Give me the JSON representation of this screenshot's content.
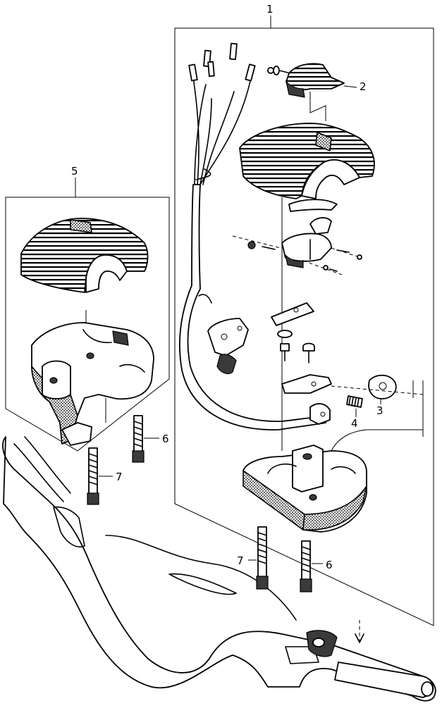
{
  "callouts": {
    "assembly_right": "1",
    "cover_bracket": "2",
    "screw_small": "3",
    "spring": "4",
    "assembly_left": "5",
    "bolt_a_left": "6",
    "bolt_b_left": "7",
    "bolt_b_right": "7",
    "bolt_a_right": "6"
  },
  "colors": {
    "ink": "#000000",
    "paper": "#ffffff",
    "shade": "#3a3a3a"
  }
}
